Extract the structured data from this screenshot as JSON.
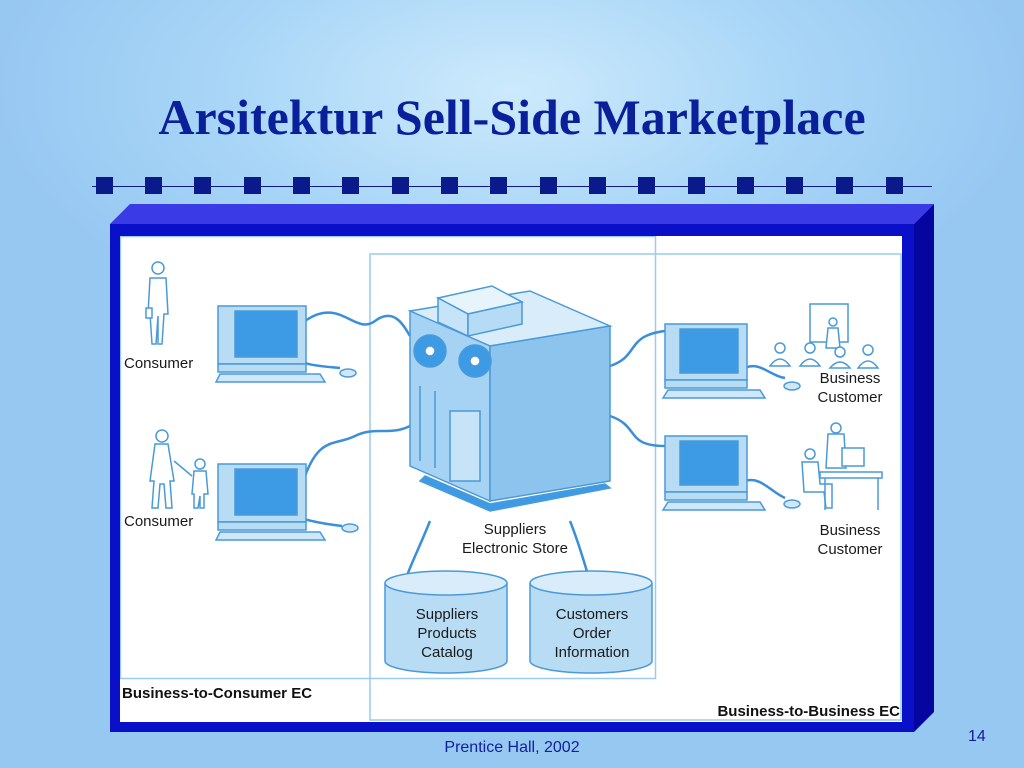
{
  "slide": {
    "title": "Arsitektur Sell-Side Marketplace",
    "footer": "Prentice Hall, 2002",
    "page_number": "14"
  },
  "diagram": {
    "consumer_top_label": "Consumer",
    "consumer_bottom_label": "Consumer",
    "business_top_label": [
      "Business",
      "Customer"
    ],
    "business_bottom_label": [
      "Business",
      "Customer"
    ],
    "store_label": [
      "Suppliers",
      "Electronic Store"
    ],
    "db_catalog_label": [
      "Suppliers",
      "Products",
      "Catalog"
    ],
    "db_orders_label": [
      "Customers",
      "Order",
      "Information"
    ],
    "b2c_label": "Business-to-Consumer EC",
    "b2b_label": "Business-to-Business EC"
  },
  "colors": {
    "title": "#0a1f9a",
    "frame": "#0a10c8",
    "device_fill": "#b8dcf4",
    "device_screen": "#3d9be6",
    "line": "#3b8fd8"
  }
}
